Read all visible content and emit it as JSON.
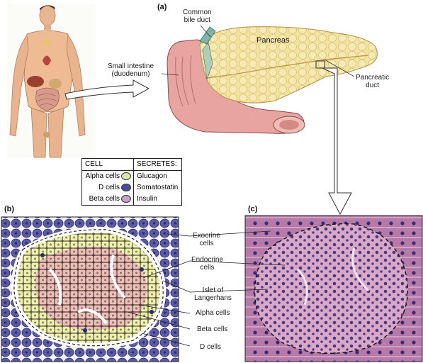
{
  "panels": {
    "a": "(a)",
    "b": "(b)",
    "c": "(c)"
  },
  "labels_a": {
    "common_bile_duct": "Common\nbile duct",
    "pancreas": "Pancreas",
    "small_intestine": "Small intestine\n(duodenum)",
    "pancreatic_duct": "Pancreatic\nduct"
  },
  "legend": {
    "header_cell": "CELL",
    "header_secretes": "SECRETES:",
    "rows": [
      {
        "cell": "Alpha cells",
        "secretes": "Glucagon",
        "color": "#d7e8a8"
      },
      {
        "cell": "D cells",
        "secretes": "Somatostatin",
        "color": "#4a4a9a"
      },
      {
        "cell": "Beta cells",
        "secretes": "Insulin",
        "color": "#c8a0c8"
      }
    ]
  },
  "labels_b": {
    "exocrine": "Exocrine\ncells",
    "endocrine": "Endocrine\ncells",
    "islet": "Islet of\nLangerhans",
    "alpha": "Alpha cells",
    "beta": "Beta cells",
    "d": "D cells"
  },
  "colors": {
    "pancreas": "#f3e2a0",
    "intestine": "#e8a4a0",
    "exocrine": "#5b5aa6",
    "islet_beta": "#e8c0b8",
    "islet_alpha": "#eef0b0",
    "histology": "#c79ab8"
  }
}
